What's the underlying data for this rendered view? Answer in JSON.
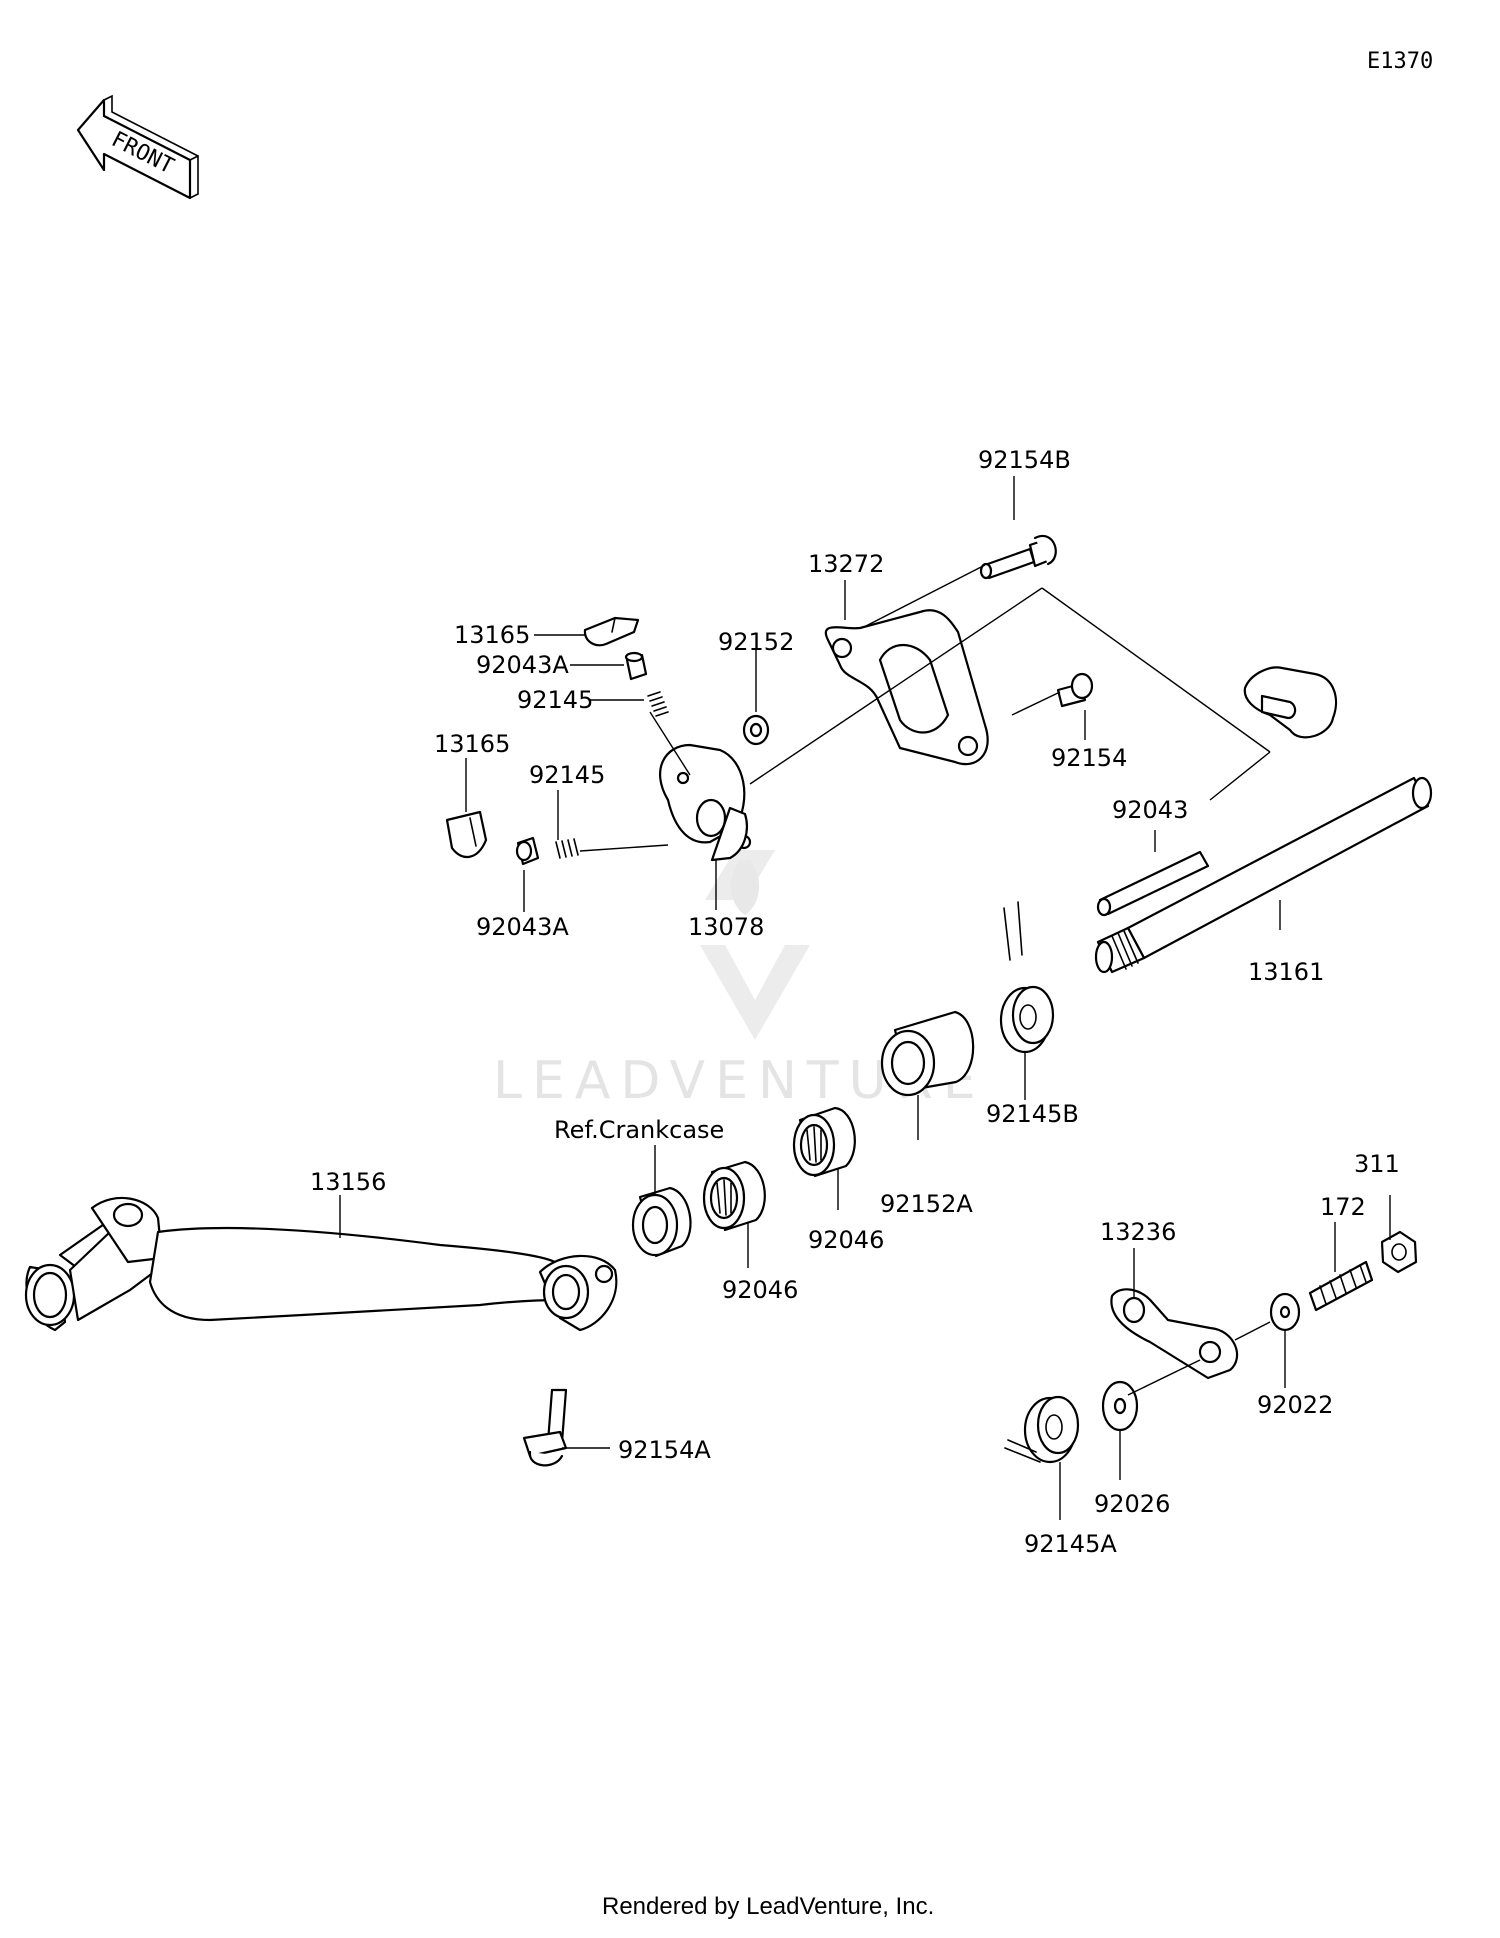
{
  "diagram_code": "E1370",
  "front_label": "FRONT",
  "watermark": "LEADVENTURE",
  "footer": "Rendered by LeadVenture, Inc.",
  "reference_note": "Ref.Crankcase",
  "parts": [
    {
      "id": "92154B"
    },
    {
      "id": "13272"
    },
    {
      "id": "13165"
    },
    {
      "id": "92043A"
    },
    {
      "id": "92152"
    },
    {
      "id": "92145"
    },
    {
      "id": "13165"
    },
    {
      "id": "92145"
    },
    {
      "id": "92154"
    },
    {
      "id": "92043"
    },
    {
      "id": "92043A"
    },
    {
      "id": "13078"
    },
    {
      "id": "13161"
    },
    {
      "id": "92145B"
    },
    {
      "id": "92152A"
    },
    {
      "id": "92046"
    },
    {
      "id": "92046"
    },
    {
      "id": "13156"
    },
    {
      "id": "311"
    },
    {
      "id": "172"
    },
    {
      "id": "13236"
    },
    {
      "id": "92022"
    },
    {
      "id": "92154A"
    },
    {
      "id": "92026"
    },
    {
      "id": "92145A"
    }
  ]
}
